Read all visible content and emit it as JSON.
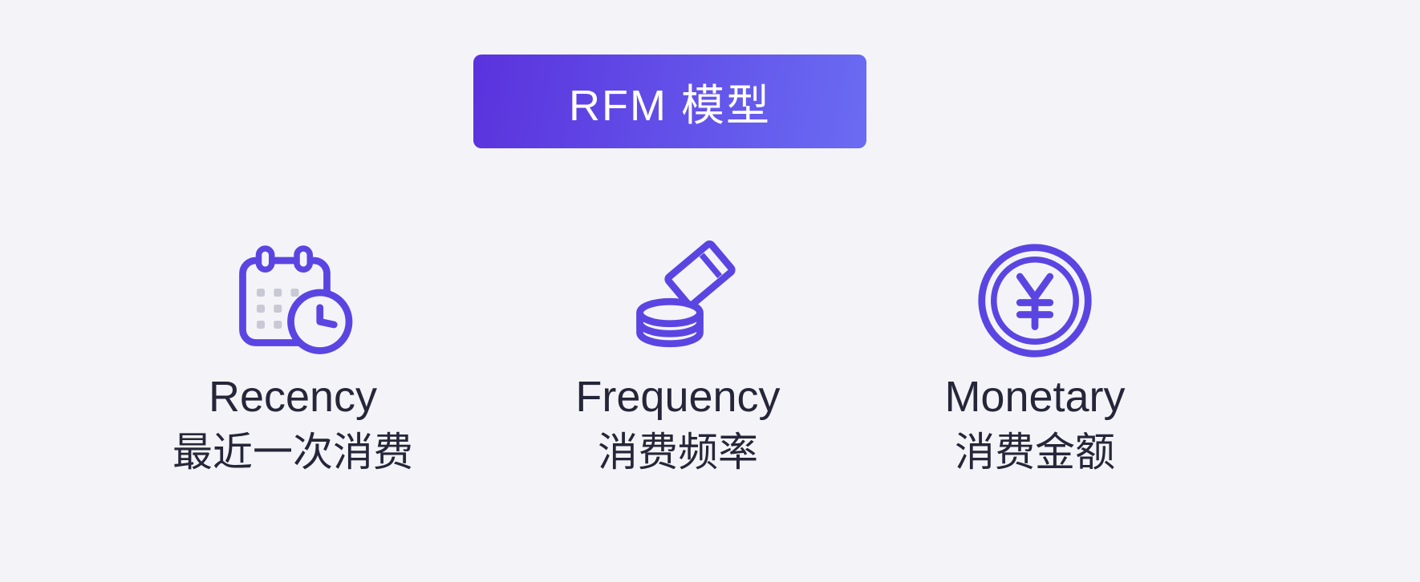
{
  "header": {
    "title": "RFM 模型"
  },
  "items": [
    {
      "label_en": "Recency",
      "label_zh": "最近一次消费",
      "icon": "calendar-clock-icon"
    },
    {
      "label_en": "Frequency",
      "label_zh": "消费频率",
      "icon": "coins-icon"
    },
    {
      "label_en": "Monetary",
      "label_zh": "消费金额",
      "icon": "yen-coin-icon"
    }
  ],
  "colors": {
    "accent": "#5b45e2",
    "badge_gradient_start": "#5a32dd",
    "badge_gradient_end": "#6a6cf3",
    "text": "#26263a",
    "background": "#f4f4f8",
    "calendar_dots": "#c9c9d6"
  }
}
